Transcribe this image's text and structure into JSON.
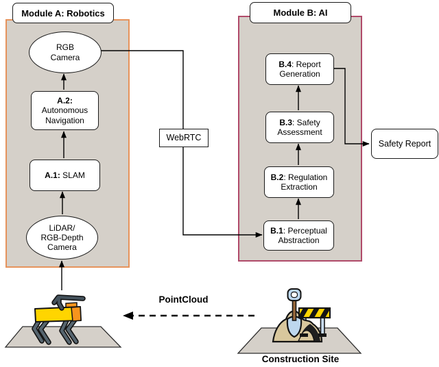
{
  "figure": {
    "type": "flow-diagram",
    "description": "Two-module pipeline connecting a quadruped robot at a construction site to an AI safety reporting system"
  },
  "module_a": {
    "title": "Module A: Robotics",
    "border_color": "#E6935C",
    "fill_color": "#D5D0C9",
    "nodes": {
      "rgb_camera": {
        "line1": "RGB",
        "line2": "Camera"
      },
      "a2": {
        "bold": "A.2:",
        "line2": "Autonomous",
        "line3": "Navigation"
      },
      "a1": {
        "bold": "A.1:",
        "rest": " SLAM"
      },
      "lidar": {
        "line1": "LiDAR/",
        "line2": "RGB-Depth",
        "line3": "Camera"
      }
    }
  },
  "module_b": {
    "title": "Module B: AI",
    "border_color": "#B04A6A",
    "fill_color": "#D5D0C9",
    "nodes": {
      "b4": {
        "bold": "B.4",
        "rest": ": Report",
        "line2": "Generation"
      },
      "b3": {
        "bold": "B.3",
        "rest": ": Safety",
        "line2": "Assessment"
      },
      "b2": {
        "bold": "B.2",
        "rest": ": Regulation",
        "line2": "Extraction"
      },
      "b1": {
        "bold": "B.1",
        "rest": ": Perceptual",
        "line2": "Abstraction"
      }
    }
  },
  "connectors": {
    "webrtc": "WebRTC",
    "pointcloud": "PointCloud"
  },
  "safety_report": {
    "label": "Safety Report"
  },
  "scene": {
    "construction_label": "Construction Site",
    "robot_colors": {
      "body": "#FFD500",
      "front": "#F7941D",
      "legs": "#56656F",
      "arm": "#44525C"
    },
    "site_colors": {
      "sand": "#D8C79D",
      "shovel": "#BDD7EE",
      "handle": "#9C6B3D",
      "barrier": "#FFD500"
    },
    "platform_color": "#D5D0C9"
  }
}
